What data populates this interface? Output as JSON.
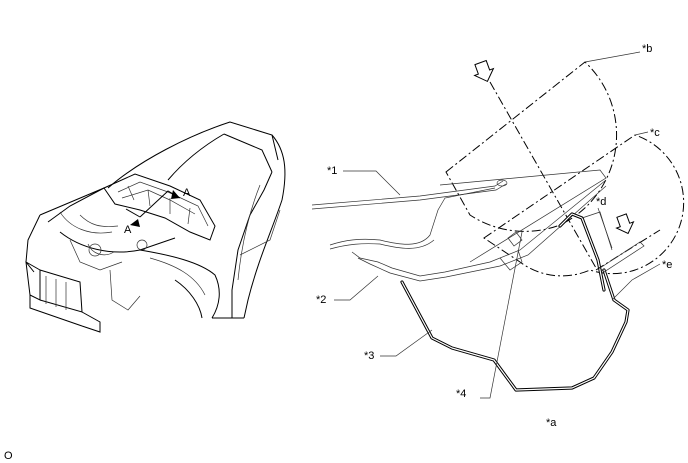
{
  "labels": {
    "part1": "*1",
    "part2": "*2",
    "part3": "*3",
    "part4": "*4",
    "view_a": "*a",
    "view_b": "*b",
    "view_c": "*c",
    "view_d": "*d",
    "view_e": "*e",
    "section_a_top": "A",
    "section_a_bottom": "A",
    "footer_code": "O"
  },
  "colors": {
    "line": "#000000",
    "background": "#ffffff"
  },
  "icons": [
    "view-direction-arrow-icon",
    "section-arrow-icon"
  ]
}
